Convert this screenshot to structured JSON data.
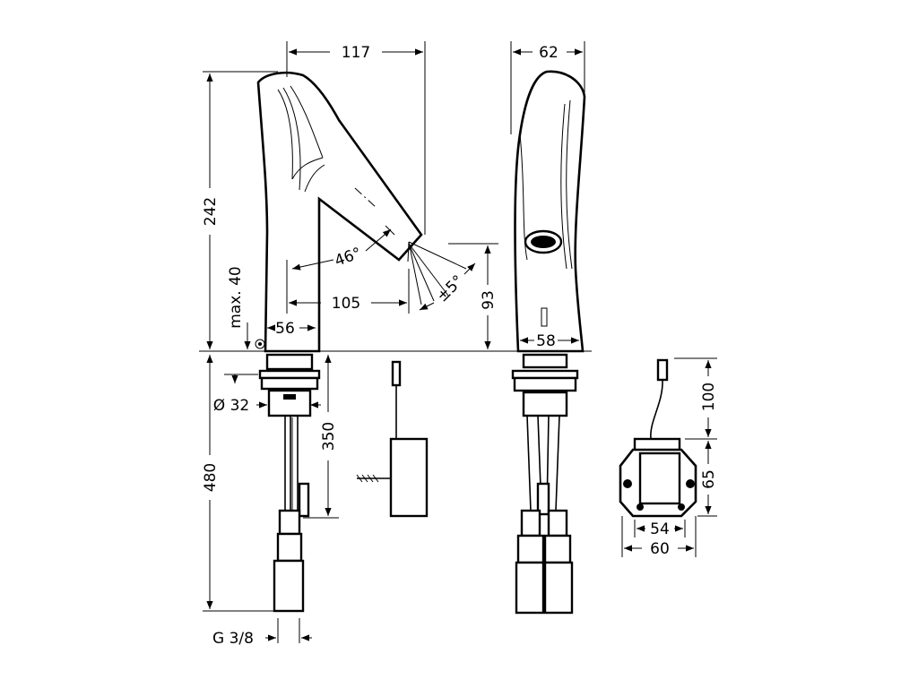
{
  "diagram": {
    "dimensions": {
      "width_top": "117",
      "depth_top": "62",
      "height_total": "242",
      "max_clearance": "max. 40",
      "spout_angle": "46°",
      "spout_tolerance": "±5°",
      "spout_reach": "105",
      "spout_height": "93",
      "base_width": "56",
      "base_depth": "58",
      "hole_diameter": "Ø 32",
      "shank_length": "350",
      "hose_length": "480",
      "thread": "G 3/8",
      "box_cable": "100",
      "box_height": "65",
      "box_inner_width": "54",
      "box_outer_width": "60"
    }
  }
}
